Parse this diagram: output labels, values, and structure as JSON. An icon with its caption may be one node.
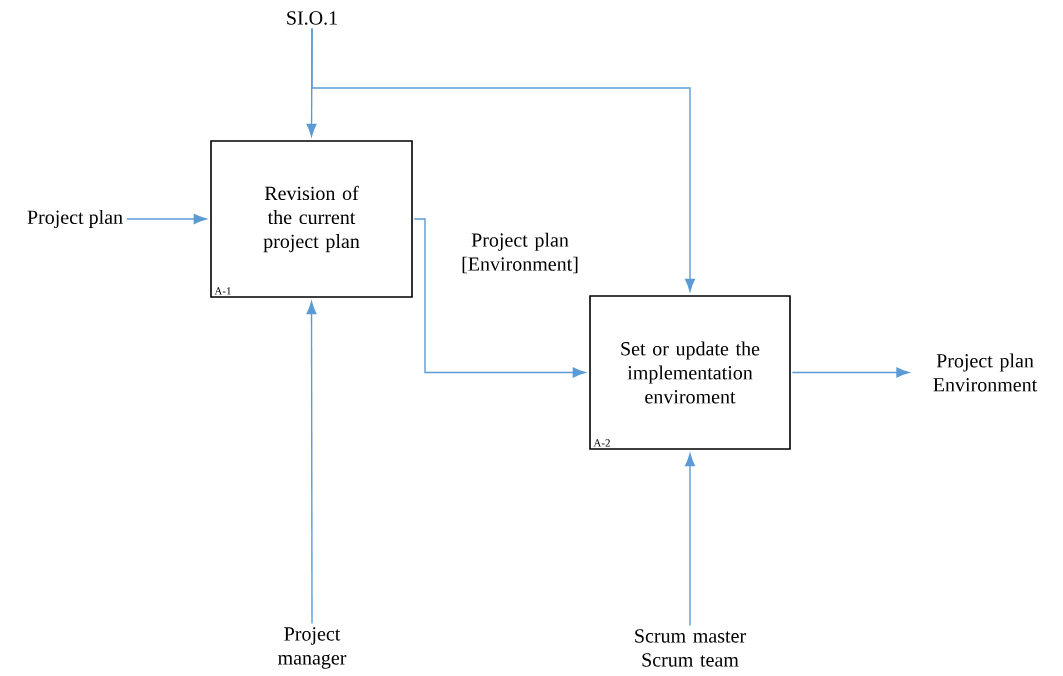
{
  "diagram": {
    "nodes": [
      {
        "text": [
          "SI.O.1"
        ]
      },
      {
        "text": [
          "Project plan"
        ]
      },
      {
        "text": [
          "Revision of the current project plan",
          "A-1"
        ]
      },
      {
        "text": [
          "Set or update the implementation enviroment",
          "A-2"
        ]
      },
      {
        "text": [
          "Project plan Environment"
        ]
      },
      {
        "text": [
          "Project manager"
        ]
      },
      {
        "text": [
          "Scrum master Scrum team"
        ]
      }
    ],
    "edges": [
      {
        "from": 0,
        "to": 2,
        "arrow": "to"
      },
      {
        "from": 0,
        "to": 3,
        "arrow": "to"
      },
      {
        "from": 1,
        "to": 2,
        "arrow": "to"
      },
      {
        "from": 2,
        "to": 3,
        "arrow": "to",
        "label": "Project plan [Environment]"
      },
      {
        "from": 3,
        "to": 4,
        "arrow": "to"
      },
      {
        "from": 5,
        "to": 2,
        "arrow": "to"
      },
      {
        "from": 6,
        "to": 3,
        "arrow": "to"
      }
    ]
  }
}
